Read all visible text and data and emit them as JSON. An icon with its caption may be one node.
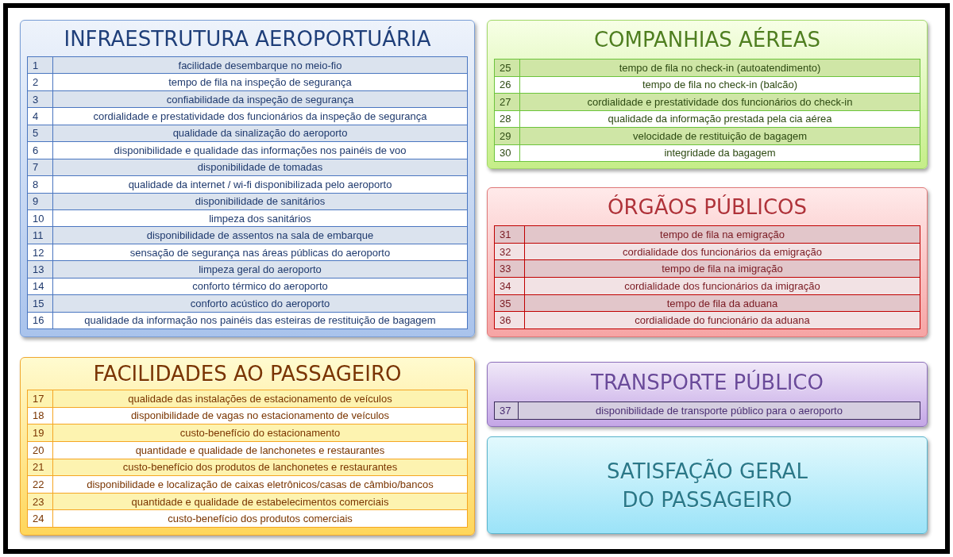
{
  "diagram": {
    "nodes": [
      {
        "text": [
          "INFRAESTRUTURA AEROPORTUÁRIA"
        ]
      },
      {
        "text": [
          "1",
          "facilidade desembarque no meio-fio"
        ],
        "in": 0
      },
      {
        "text": [
          "2",
          "tempo de fila na inspeção de segurança"
        ],
        "in": 0
      },
      {
        "text": [
          "3",
          "confiabilidade da inspeção de segurança"
        ],
        "in": 0
      },
      {
        "text": [
          "4",
          "cordialidade e prestatividade dos funcionários da inspeção de segurança"
        ],
        "in": 0
      },
      {
        "text": [
          "5",
          "qualidade da sinalização do aeroporto"
        ],
        "in": 0
      },
      {
        "text": [
          "6",
          "disponibilidade e qualidade das informações nos painéis de voo"
        ],
        "in": 0
      },
      {
        "text": [
          "7",
          "disponibilidade de tomadas"
        ],
        "in": 0
      },
      {
        "text": [
          "8",
          "qualidade da internet / wi-fi disponibilizada pelo aeroporto"
        ],
        "in": 0
      },
      {
        "text": [
          "9",
          "disponibilidade de sanitários"
        ],
        "in": 0
      },
      {
        "text": [
          "10",
          "limpeza dos sanitários"
        ],
        "in": 0
      },
      {
        "text": [
          "11",
          "disponibilidade de assentos na sala de embarque"
        ],
        "in": 0
      },
      {
        "text": [
          "12",
          "sensação de segurança nas áreas públicas do aeroporto"
        ],
        "in": 0
      },
      {
        "text": [
          "13",
          "limpeza geral do aeroporto"
        ],
        "in": 0
      },
      {
        "text": [
          "14",
          "conforto térmico do aeroporto"
        ],
        "in": 0
      },
      {
        "text": [
          "15",
          "conforto acústico do aeroporto"
        ],
        "in": 0
      },
      {
        "text": [
          "16",
          "qualidade da informação nos painéis das esteiras de restituição de bagagem"
        ],
        "in": 0
      },
      {
        "text": [
          "FACILIDADES AO PASSAGEIRO"
        ]
      },
      {
        "text": [
          "17",
          "qualidade das instalações de estacionamento de veículos"
        ],
        "in": 17
      },
      {
        "text": [
          "18",
          "disponibilidade de vagas no estacionamento de veículos"
        ],
        "in": 17
      },
      {
        "text": [
          "19",
          "custo-benefício do estacionamento"
        ],
        "in": 17
      },
      {
        "text": [
          "20",
          "quantidade e qualidade de lanchonetes e restaurantes"
        ],
        "in": 17
      },
      {
        "text": [
          "21",
          "custo-benefício dos produtos de lanchonetes e restaurantes"
        ],
        "in": 17
      },
      {
        "text": [
          "22",
          "disponibilidade e localização de caixas eletrônicos/casas de câmbio/bancos"
        ],
        "in": 17
      },
      {
        "text": [
          "23",
          "quantidade e qualidade de estabelecimentos comerciais"
        ],
        "in": 17
      },
      {
        "text": [
          "24",
          "custo-benefício dos produtos comerciais"
        ],
        "in": 17
      },
      {
        "text": [
          "COMPANHIAS AÉREAS"
        ]
      },
      {
        "text": [
          "25",
          "tempo de fila no check-in (autoatendimento)"
        ],
        "in": 26
      },
      {
        "text": [
          "26",
          "tempo de fila no check-in (balcão)"
        ],
        "in": 26
      },
      {
        "text": [
          "27",
          "cordialidade e prestatividade dos funcionários do check-in"
        ],
        "in": 26
      },
      {
        "text": [
          "28",
          "qualidade da informação prestada pela cia aérea"
        ],
        "in": 26
      },
      {
        "text": [
          "29",
          "velocidade de restituição de bagagem"
        ],
        "in": 26
      },
      {
        "text": [
          "30",
          "integridade da bagagem"
        ],
        "in": 26
      },
      {
        "text": [
          "ÓRGÃOS PÚBLICOS"
        ]
      },
      {
        "text": [
          "31",
          "tempo de fila na emigração"
        ],
        "in": 33
      },
      {
        "text": [
          "32",
          "cordialidade dos funcionários da emigração"
        ],
        "in": 33
      },
      {
        "text": [
          "33",
          "tempo de fila na imigração"
        ],
        "in": 33
      },
      {
        "text": [
          "34",
          "cordialidade dos funcionários da imigração"
        ],
        "in": 33
      },
      {
        "text": [
          "35",
          "tempo de fila da aduana"
        ],
        "in": 33
      },
      {
        "text": [
          "36",
          "cordialidade do funcionário da aduana"
        ],
        "in": 33
      },
      {
        "text": [
          "TRANSPORTE PÚBLICO"
        ]
      },
      {
        "text": [
          "37",
          "disponibilidade de transporte público para o aeroporto"
        ],
        "in": 40
      },
      {
        "text": [
          "SATISFAÇÃO GERAL DO PASSAGEIRO"
        ]
      }
    ]
  }
}
